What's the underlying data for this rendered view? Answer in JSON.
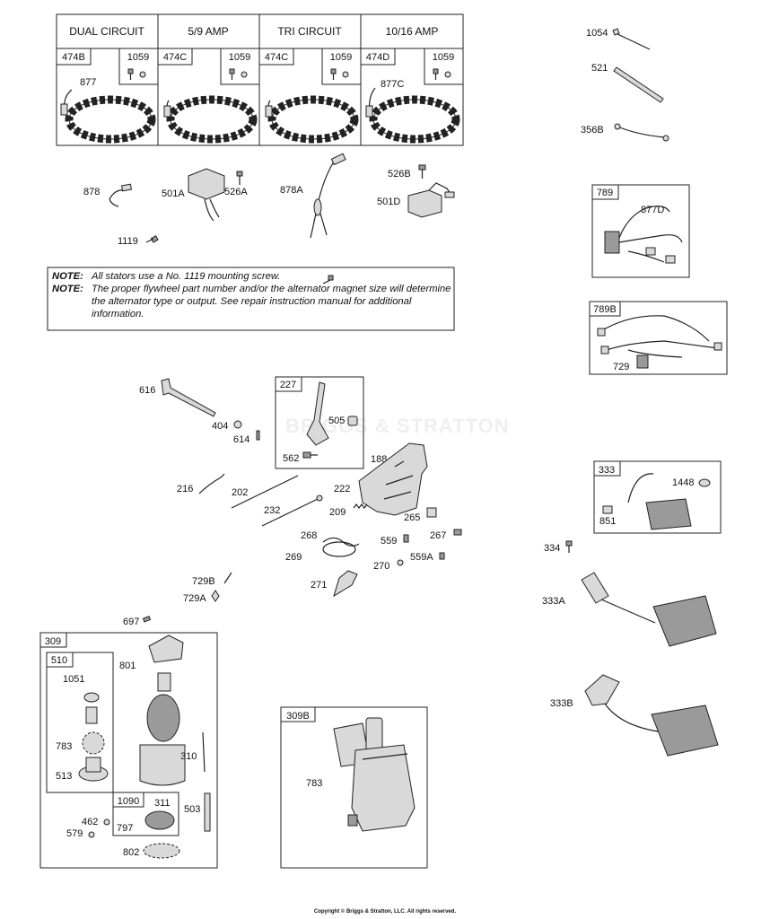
{
  "stator_table": {
    "headers": [
      "DUAL CIRCUIT",
      "5/9 AMP",
      "TRI CIRCUIT",
      "10/16 AMP"
    ],
    "cells": [
      {
        "part": "474B",
        "screw": "1059",
        "wire_label": "877"
      },
      {
        "part": "474C",
        "screw": "1059",
        "wire_label": ""
      },
      {
        "part": "474C",
        "screw": "1059",
        "wire_label": ""
      },
      {
        "part": "474D",
        "screw": "1059",
        "wire_label": "877C"
      }
    ]
  },
  "labels": {
    "p878": "878",
    "p501a": "501A",
    "p526a": "526A",
    "p878a": "878A",
    "p526b": "526B",
    "p501d": "501D",
    "p1119": "1119",
    "p1054": "1054",
    "p521": "521",
    "p356b": "356B",
    "p789": "789",
    "p877d": "877D",
    "p789b": "789B",
    "p729top": "729",
    "p616": "616",
    "p404": "404",
    "p614": "614",
    "p227": "227",
    "p505": "505",
    "p562": "562",
    "p188": "188",
    "p216": "216",
    "p202": "202",
    "p222": "222",
    "p232": "232",
    "p209": "209",
    "p265": "265",
    "p268": "268",
    "p559": "559",
    "p267": "267",
    "p269": "269",
    "p270": "270",
    "p559a": "559A",
    "p271": "271",
    "p729b": "729B",
    "p729a": "729A",
    "p697": "697",
    "p333": "333",
    "p1448": "1448",
    "p851": "851",
    "p334": "334",
    "p333a": "333A",
    "p333b": "333B",
    "p309": "309",
    "p510": "510",
    "p1051": "1051",
    "p801": "801",
    "p783a": "783",
    "p513": "513",
    "p310": "310",
    "p1090": "1090",
    "p311": "311",
    "p797": "797",
    "p503": "503",
    "p462": "462",
    "p579": "579",
    "p802": "802",
    "p309b": "309B",
    "p783b": "783"
  },
  "note": {
    "line1_tag": "NOTE:",
    "line1_text": "All stators use a No. 1119 mounting screw.",
    "line2_tag": "NOTE:",
    "line2_text": "The proper flywheel part number and/or the alternator magnet size will determine the alternator type or output. See repair instruction manual for additional information."
  },
  "watermark": "BRIGGS & STRATTON",
  "copyright": "Copyright © Briggs & Stratton, LLC. All rights reserved."
}
